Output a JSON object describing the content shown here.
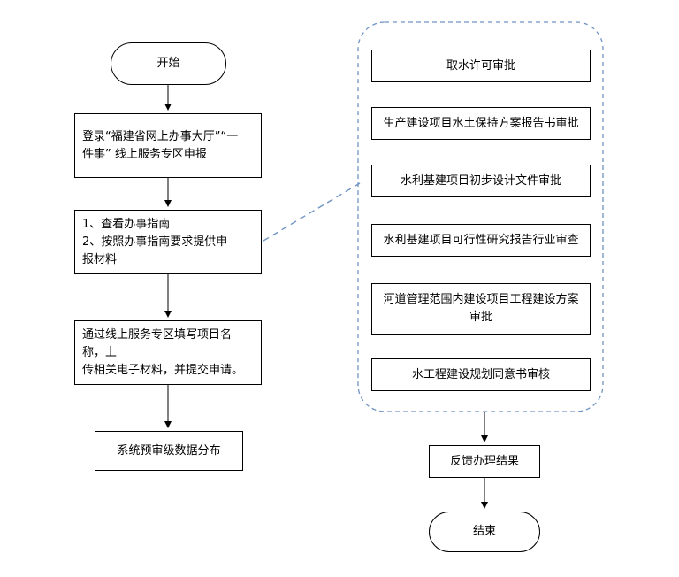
{
  "diagram": {
    "start": "开始",
    "step_login": [
      "登录“福建省网上办事大厅”“一",
      "件事” 线上服务专区申报"
    ],
    "step_guide": [
      "1、查看办事指南",
      "2、按照办事指南要求提供申",
      "报材料"
    ],
    "step_fill": [
      "通过线上服务专区填写项目名称，上",
      "传相关电子材料，并提交申请。"
    ],
    "step_distribute": "系统预审级数据分布",
    "approvals": [
      "取水许可审批",
      "生产建设项目水土保持方案报告书审批",
      "水利基建项目初步设计文件审批",
      "水利基建项目可行性研究报告行业审查",
      [
        "河道管理范围内建设项目工程建设方案",
        "审批"
      ],
      "水工程建设规划同意书审核"
    ],
    "feedback": "反馈办理结果",
    "end": "结束"
  }
}
